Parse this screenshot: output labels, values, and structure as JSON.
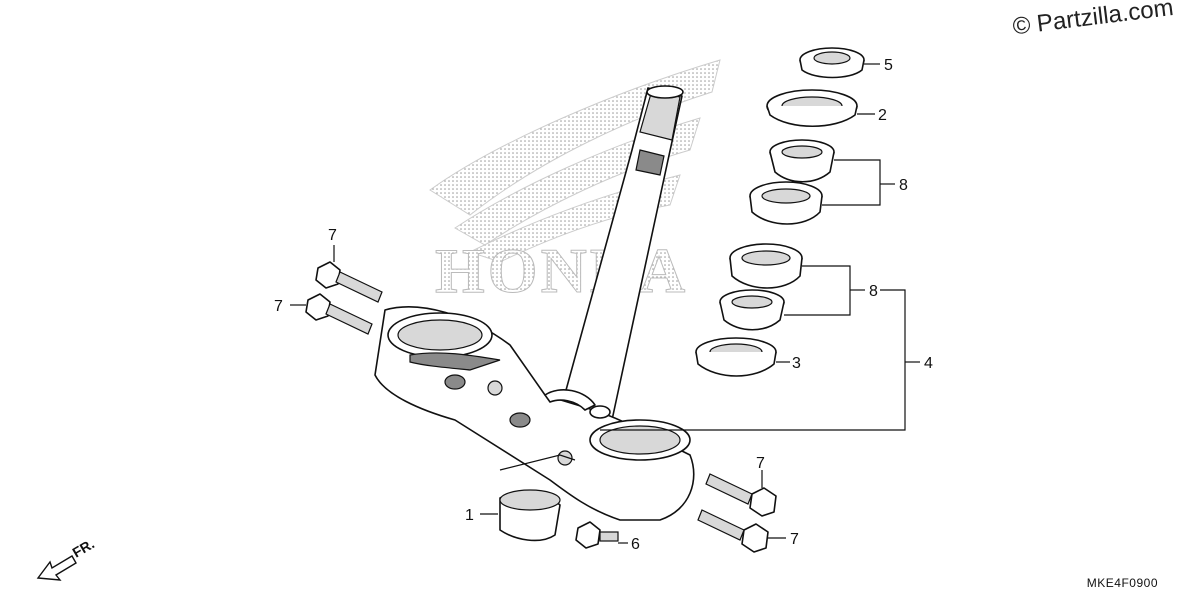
{
  "watermark": {
    "brand": "HONDA"
  },
  "copyright": "© Partzilla.com",
  "diagram_code": "MKE4F0900",
  "direction": {
    "label": "FR."
  },
  "callouts": {
    "c1": "1",
    "c2": "2",
    "c3": "3",
    "c4": "4",
    "c5": "5",
    "c6": "6",
    "c7a": "7",
    "c7b": "7",
    "c7c": "7",
    "c7d": "7",
    "c8a": "8",
    "c8b": "8"
  }
}
